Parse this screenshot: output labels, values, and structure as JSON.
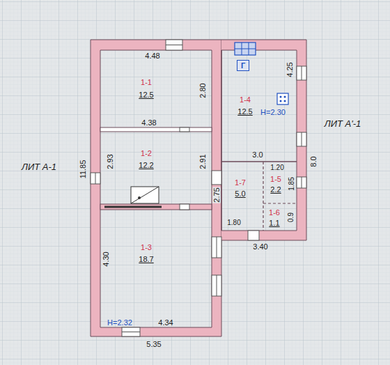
{
  "diagram": {
    "nodes": [
      {
        "text": [
          "1-1",
          "12.5"
        ]
      },
      {
        "text": [
          "1-2",
          "12.2"
        ]
      },
      {
        "text": [
          "1-3",
          "18.7"
        ]
      },
      {
        "text": [
          "1-4",
          "12.5"
        ]
      },
      {
        "text": [
          "Г"
        ],
        "in": 3
      },
      {
        "text": [
          "1-5",
          "2.2"
        ]
      },
      {
        "text": [
          "1-6",
          "1.1"
        ]
      },
      {
        "text": [
          "1-7",
          "5.0"
        ]
      }
    ],
    "labels": [
      "4.48",
      "2.80",
      "4.38",
      "2.93",
      "2.91",
      "11.85",
      "2.75",
      "4.30",
      "Н=2.32",
      "4.34",
      "5.35",
      "ЛИТ А-1",
      "Н=2.30",
      "4.25",
      "8.0",
      "ЛИТ А'-1",
      "3.0",
      "1.20",
      "1.85",
      "0.9",
      "1.80",
      "3.40"
    ]
  }
}
